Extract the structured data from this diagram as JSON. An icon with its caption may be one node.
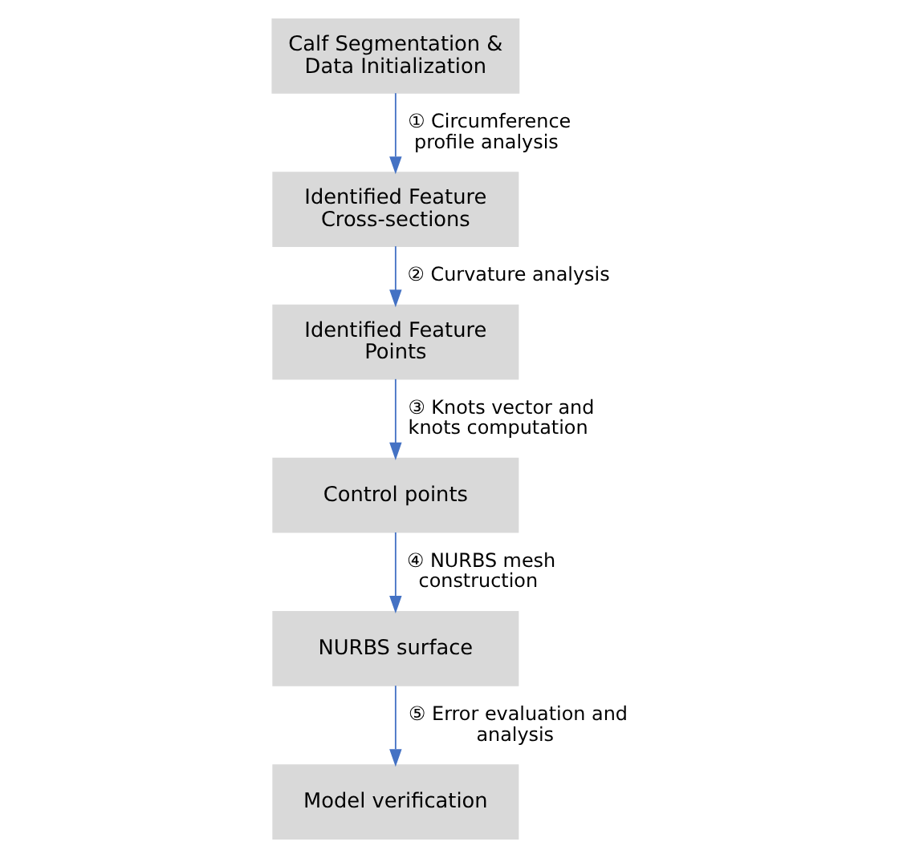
{
  "diagram": {
    "nodes": [
      {
        "text": [
          "Calf Segmentation & Data Initialization"
        ]
      },
      {
        "text": [
          "Identified Feature Cross-sections"
        ]
      },
      {
        "text": [
          "Identified Feature Points"
        ]
      },
      {
        "text": [
          "Control points"
        ]
      },
      {
        "text": [
          "NURBS surface"
        ]
      },
      {
        "text": [
          "Model verification"
        ]
      }
    ],
    "edges": [
      {
        "from": 0,
        "to": 1,
        "arrow": "to",
        "label": "① Circumference profile analysis"
      },
      {
        "from": 1,
        "to": 2,
        "arrow": "to",
        "label": "② Curvature analysis"
      },
      {
        "from": 2,
        "to": 3,
        "arrow": "to",
        "label": "③ Knots vector and knots computation"
      },
      {
        "from": 3,
        "to": 4,
        "arrow": "to",
        "label": "④ NURBS mesh construction"
      },
      {
        "from": 4,
        "to": 5,
        "arrow": "to",
        "label": "⑤ Error evaluation and analysis"
      }
    ]
  }
}
